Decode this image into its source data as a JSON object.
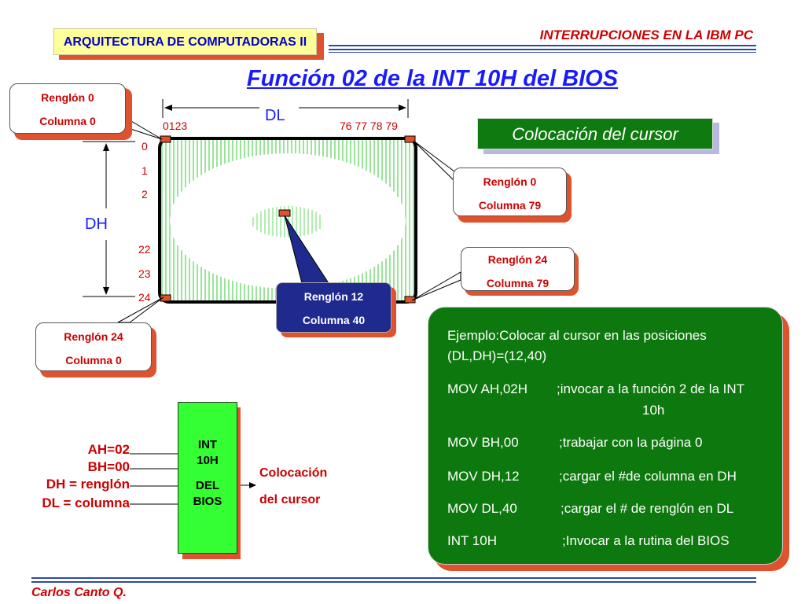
{
  "header": {
    "title": "INTERRUPCIONES EN LA IBM PC",
    "course": "ARQUITECTURA DE COMPUTADORAS II"
  },
  "main_title": "Función 02 de la INT 10H del BIOS",
  "screen": {
    "dl_label": "DL",
    "dh_label": "DH",
    "col_start": "0123",
    "col_end": "76 77 78 79",
    "rows": [
      "0",
      "1",
      "2",
      "22",
      "23",
      "24"
    ]
  },
  "callouts": {
    "top_left": {
      "line1": "Renglón 0",
      "line2": "Columna 0"
    },
    "top_right": {
      "line1": "Renglón 0",
      "line2": "Columna 79"
    },
    "bottom_right": {
      "line1": "Renglón 24",
      "line2": "Columna 79"
    },
    "bottom_left": {
      "line1": "Renglón 24",
      "line2": "Columna 0"
    },
    "center": {
      "line1": "Renglón 12",
      "line2": "Columna 40"
    }
  },
  "section_label": "Colocación del cursor",
  "example": {
    "intro": "Ejemplo:Colocar al cursor en las posiciones",
    "intro2": "(DL,DH)=(12,40)",
    "lines": [
      {
        "instr": "MOV AH,02H",
        "comment": ";invocar a la función 2 de la INT",
        "comment2": "10h"
      },
      {
        "instr": "MOV BH,00",
        "comment": ";trabajar con la página 0"
      },
      {
        "instr": "MOV DH,12",
        "comment": ";cargar el #de columna en DH"
      },
      {
        "instr": "MOV DL,40",
        "comment": ";cargar el # de renglón en DL"
      },
      {
        "instr": "INT 10H",
        "comment": ";Invocar a la rutina del BIOS"
      }
    ]
  },
  "int_block": {
    "line1": "INT",
    "line2": "10H",
    "line3": "DEL",
    "line4": "BIOS",
    "inputs": [
      "AH=02",
      "BH=00",
      "DH = renglón",
      "DL = columna"
    ],
    "output1": "Colocación",
    "output2": "del cursor"
  },
  "footer": "Carlos Canto Q.",
  "colors": {
    "accent_red": "#cc0000",
    "title_blue": "#1a1aff",
    "green": "#0d780d",
    "screen_green": "#33cc33"
  }
}
